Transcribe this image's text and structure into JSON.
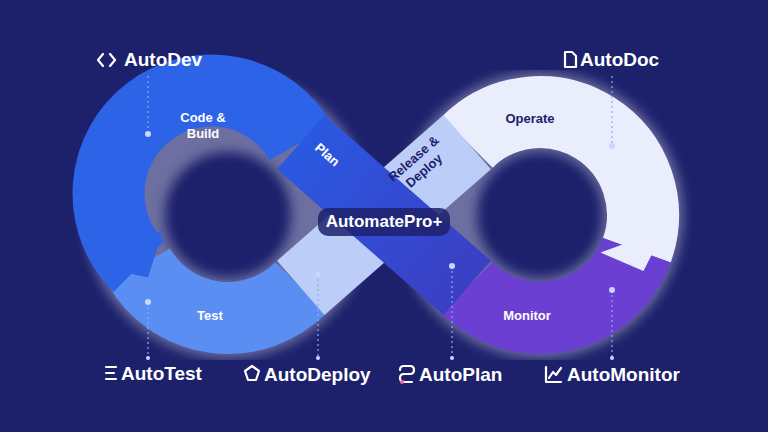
{
  "diagram": {
    "nodes": [
      {
        "text": [
          "Code & Build"
        ]
      },
      {
        "text": [
          "Plan"
        ]
      },
      {
        "text": [
          "Release & Deploy"
        ]
      },
      {
        "text": [
          "Operate"
        ]
      },
      {
        "text": [
          "Test"
        ]
      },
      {
        "text": [
          "Monitor"
        ]
      }
    ],
    "labels": [
      "AutoDev",
      "AutoDoc",
      "AutomatePro+",
      "AutoTest",
      "AutoDeploy",
      "AutoPlan",
      "AutoMonitor"
    ]
  }
}
